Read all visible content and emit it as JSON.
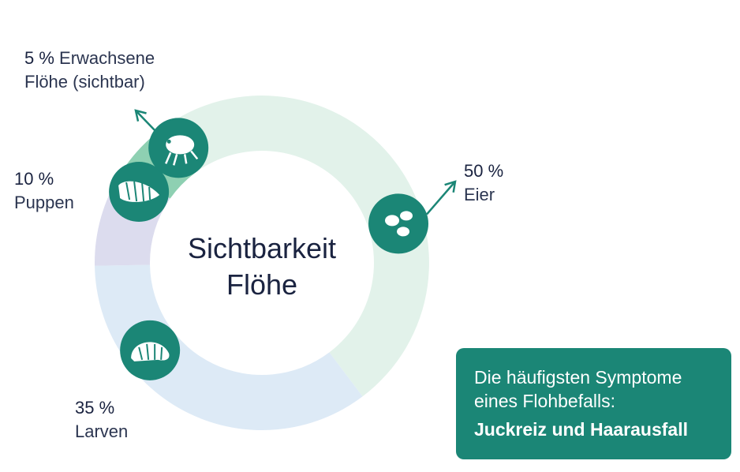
{
  "chart_data": {
    "type": "pie",
    "title": "Sichtbarkeit Flöhe",
    "title_lines": [
      "Sichtbarkeit",
      "Flöhe"
    ],
    "slices": [
      {
        "pct_label": "50 %",
        "name": "Eier",
        "value": 50,
        "color": "#e2f2ea",
        "icon": "eggs-icon"
      },
      {
        "pct_label": "35 %",
        "name": "Larven",
        "value": 35,
        "color": "#ddeaf6",
        "icon": "larva-icon"
      },
      {
        "pct_label": "10 %",
        "name": "Puppen",
        "value": 10,
        "color": "#dcdcee",
        "icon": "pupa-icon"
      },
      {
        "pct_label": "5 %",
        "name": "Erwachsene Flöhe (sichtbar)",
        "name_lines": [
          "Erwachsene",
          "Flöhe (sichtbar)"
        ],
        "value": 5,
        "color": "#8ed0b2",
        "icon": "adult-flea-icon"
      }
    ],
    "icon_color": "#1b8676"
  },
  "symptoms": {
    "line1": "Die häufigsten Symptome",
    "line2": "eines Flohbefalls:",
    "line3": "Juckreiz und Haarausfall"
  }
}
